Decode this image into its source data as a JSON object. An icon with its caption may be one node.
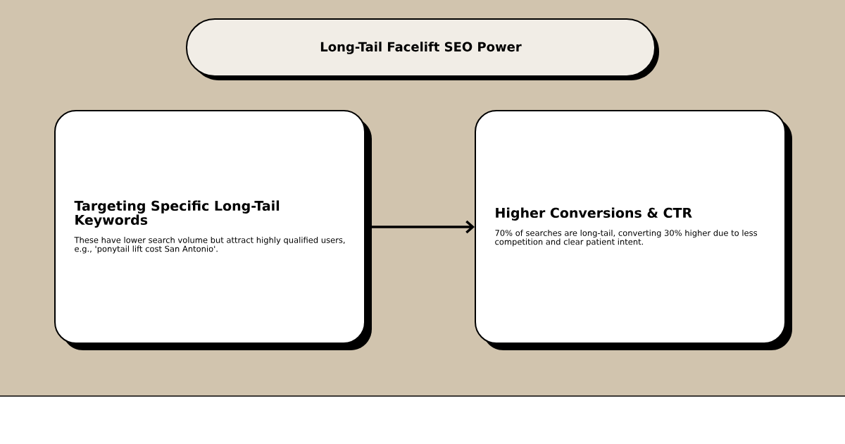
{
  "diagram": {
    "title": "Long-Tail Facelift SEO Power",
    "nodes": [
      {
        "text": [
          "Targeting Specific Long-Tail Keywords",
          "These have lower search volume but attract highly qualified users, e.g., 'ponytail lift cost San Antonio'."
        ]
      },
      {
        "text": [
          "Higher Conversions & CTR",
          "70% of searches are long-tail, converting 30% higher due to less competition and clear patient intent."
        ]
      }
    ],
    "edges": [
      {
        "from": 0,
        "to": 1,
        "arrow": "to"
      }
    ]
  }
}
